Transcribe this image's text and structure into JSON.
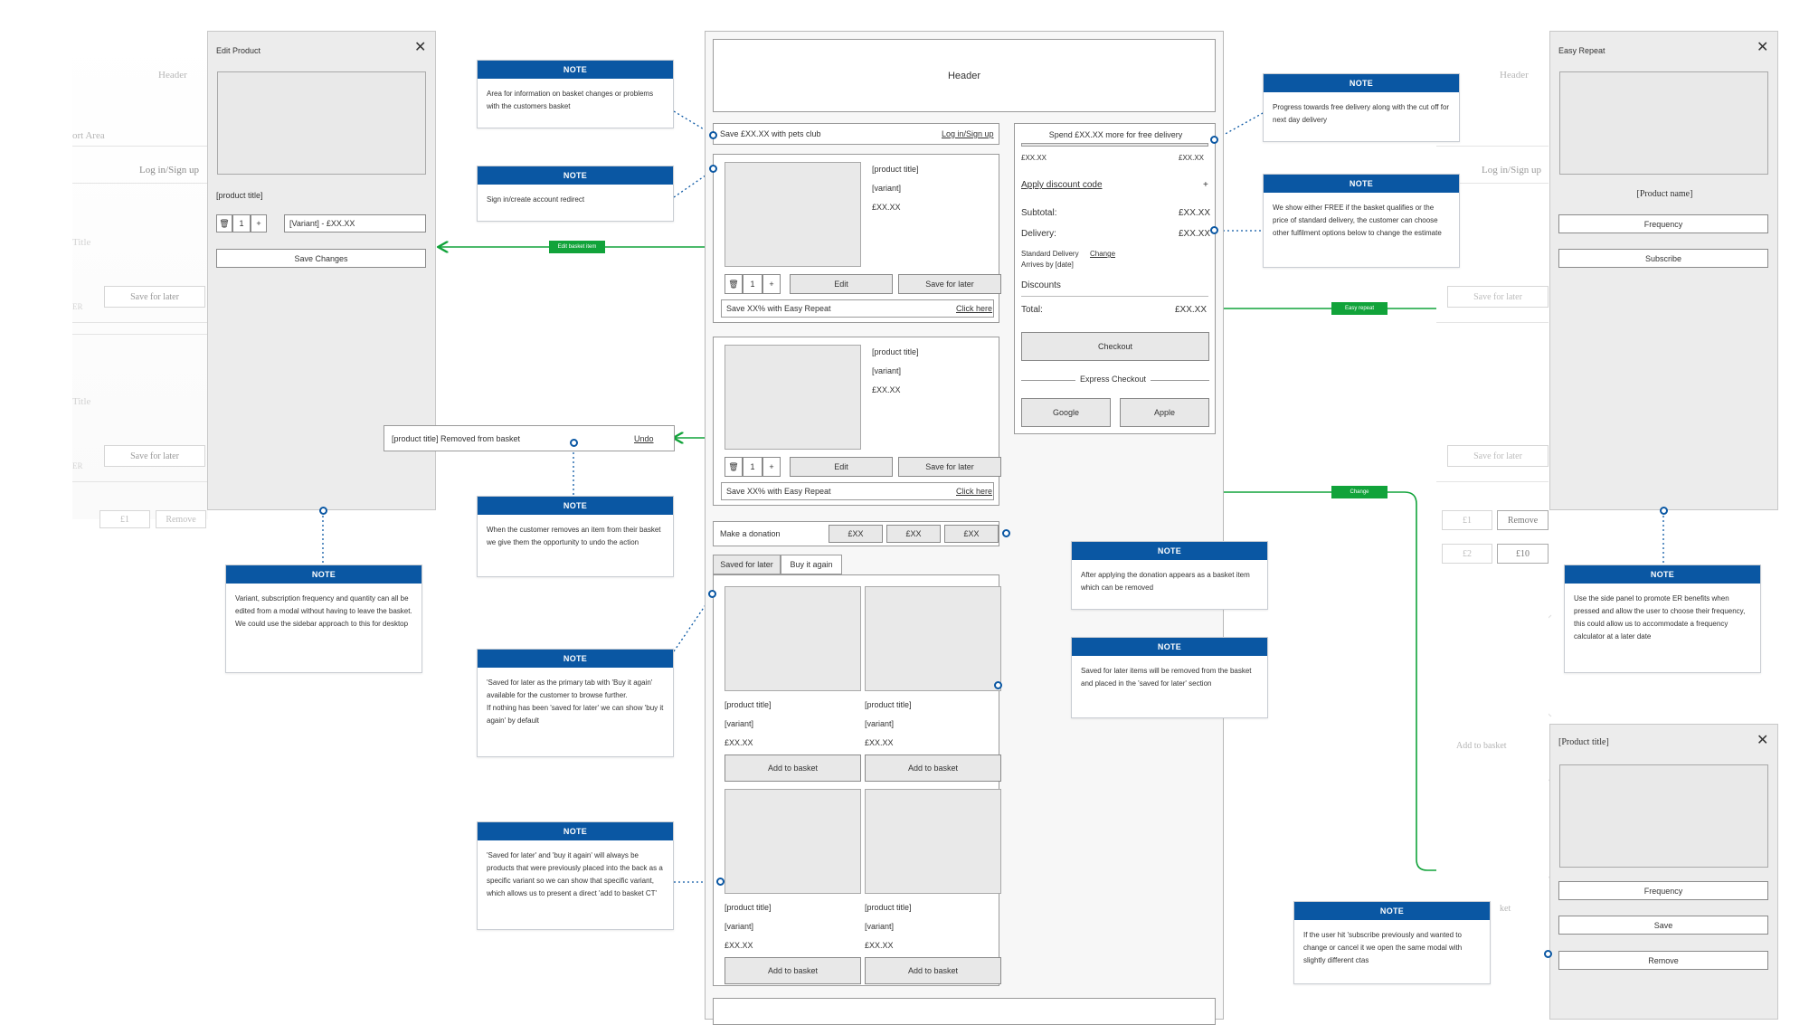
{
  "colors": {
    "note_header": "#0a57a3",
    "flow_green": "#11a33a",
    "panel_gray": "#ececec"
  },
  "left_ghost": {
    "header": "Header",
    "cart_area": "ort Area",
    "login": "Log in/Sign up",
    "title1": "Title",
    "save1": "Save for later",
    "er1": "ER",
    "title2": "Title",
    "save2": "Save for later",
    "er2": "ER",
    "price": "£1",
    "remove": "Remove"
  },
  "right_ghost": {
    "header": "Header",
    "login": "Log in/Sign up",
    "save1": "Save for later",
    "save2": "Save for later",
    "p1": "£1",
    "remove": "Remove",
    "p2": "£2",
    "p3": "£10",
    "add": "Add to basket",
    "ket": "ket"
  },
  "edit_product": {
    "title": "Edit Product",
    "product_title": "[product title]",
    "qty": "1",
    "variant": "[Variant] - £XX.XX",
    "save": "Save Changes"
  },
  "easy_repeat": {
    "title": "Easy Repeat",
    "product_name": "[Product name]",
    "frequency": "Frequency",
    "subscribe": "Subscribe"
  },
  "product_modal": {
    "title": "[Product title]",
    "frequency": "Frequency",
    "save": "Save",
    "remove": "Remove"
  },
  "removed_toast": {
    "text": "[product title] Removed from basket",
    "undo": "Undo"
  },
  "flow_labels": {
    "edit": "Edit basket item",
    "easy": "Easy repeat",
    "change": "Change"
  },
  "basket": {
    "header": "Header",
    "pets": "Save £XX.XX with pets club",
    "login": "Log in/Sign up",
    "items": [
      {
        "title": "[product title]",
        "variant": "[variant]",
        "price": "£XX.XX",
        "qty": "1",
        "edit": "Edit",
        "save": "Save for later",
        "er_text": "Save XX% with Easy Repeat",
        "er_link": "Click here"
      },
      {
        "title": "[product title]",
        "variant": "[variant]",
        "price": "£XX.XX",
        "qty": "1",
        "edit": "Edit",
        "save": "Save for later",
        "er_text": "Save XX% with Easy Repeat",
        "er_link": "Click here"
      }
    ],
    "donation": {
      "label": "Make a donation",
      "a": "£XX",
      "b": "£XX",
      "c": "£XX"
    },
    "tabs": {
      "saved": "Saved for later",
      "buy": "Buy it again"
    },
    "grid": [
      {
        "title": "[product title]",
        "variant": "[variant]",
        "price": "£XX.XX",
        "btn": "Add to basket"
      },
      {
        "title": "[product title]",
        "variant": "[variant]",
        "price": "£XX.XX",
        "btn": "Add to basket"
      },
      {
        "title": "[product title]",
        "variant": "[variant]",
        "price": "£XX.XX",
        "btn": "Add to basket"
      },
      {
        "title": "[product title]",
        "variant": "[variant]",
        "price": "£XX.XX",
        "btn": "Add to basket"
      }
    ]
  },
  "summary": {
    "free": "Spend £XX.XX more for free delivery",
    "left": "£XX.XX",
    "right": "£XX.XX",
    "discount": "Apply discount code",
    "plus": "+",
    "subtotal": "Subtotal:",
    "subtotal_v": "£XX.XX",
    "delivery": "Delivery:",
    "delivery_v": "£XX.XX",
    "standard": "Standard Delivery",
    "change": "Change",
    "arrives": "Arrives by [date]",
    "discounts": "Discounts",
    "total": "Total:",
    "total_v": "£XX.XX",
    "checkout": "Checkout",
    "express": "Express Checkout",
    "google": "Google",
    "apple": "Apple"
  },
  "notes": [
    {
      "title": "NOTE",
      "body": "Area for information on basket changes or problems with the customers basket"
    },
    {
      "title": "NOTE",
      "body": "Sign in/create account redirect"
    },
    {
      "title": "NOTE",
      "body": "When the customer removes an item from their basket we give them the opportunity to undo the action"
    },
    {
      "title": "NOTE",
      "body": "Variant, subscription frequency and quantity can all be edited from a modal without having to leave the basket.\nWe could use the sidebar approach to this for desktop"
    },
    {
      "title": "NOTE",
      "body": "'Saved for later as the primary tab with 'Buy it again' available for the customer to browse further.\nIf nothing has been 'saved for later' we can show 'buy it again' by default"
    },
    {
      "title": "NOTE",
      "body": "'Saved for later' and 'buy it again' will always be products that were previously placed into the back as a specific variant so we can show that specific variant, which allows us to present a direct 'add to basket CT'"
    },
    {
      "title": "NOTE",
      "body": "Progress towards free delivery along with the cut off for next day delivery"
    },
    {
      "title": "NOTE",
      "body": "We show either FREE if the basket qualifies or the price of standard delivery, the customer can choose other fulfilment options below to change the estimate"
    },
    {
      "title": "NOTE",
      "body": "After applying the donation appears as a basket item which can be removed"
    },
    {
      "title": "NOTE",
      "body": "Saved for later items will be removed from the basket and placed in the 'saved for later' section"
    },
    {
      "title": "NOTE",
      "body": "Use the side panel to promote ER benefits when pressed and allow the user to choose their frequency, this could allow us to accommodate a frequency calculator at a later date"
    },
    {
      "title": "NOTE",
      "body": "If the user hit 'subscribe previously and wanted to change or cancel it we open the same modal with slightly different ctas"
    }
  ]
}
